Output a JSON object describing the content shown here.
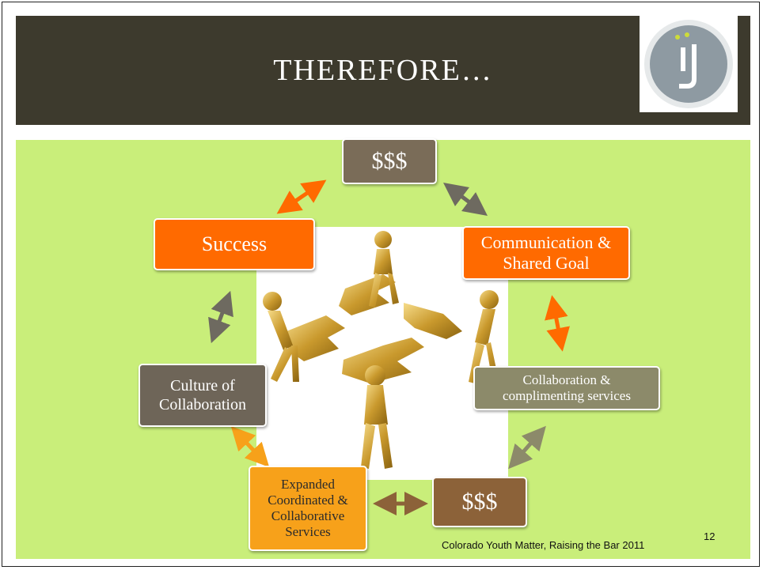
{
  "slide": {
    "title": "THEREFORE…",
    "footer": "Colorado Youth Matter, Raising the Bar 2011",
    "page_number": "12"
  },
  "logo": {
    "icon": "ij-logo-icon",
    "letters": "ij"
  },
  "illustration": {
    "icon": "people-arrows-puzzle-icon"
  },
  "cycle": {
    "nodes": [
      {
        "id": "money-top",
        "label": "$$$",
        "color": "#7a6c58"
      },
      {
        "id": "communication",
        "label": "Communication & Shared Goal",
        "color": "#ff6a00"
      },
      {
        "id": "collaboration-services",
        "label": "Collaboration & complimenting services",
        "color": "#8c8a6a"
      },
      {
        "id": "money-bottom",
        "label": "$$$",
        "color": "#8c6239"
      },
      {
        "id": "expanded",
        "label": "Expanded Coordinated & Collaborative Services",
        "color": "#f7a11a"
      },
      {
        "id": "culture",
        "label": "Culture of Collaboration",
        "color": "#6e6558"
      },
      {
        "id": "success",
        "label": "Success",
        "color": "#ff6a00"
      }
    ]
  },
  "colors": {
    "header_bg": "#3d3a2d",
    "canvas_bg": "#c9ee7a",
    "arrow_orange": "#ff6a00",
    "arrow_gray": "#6e6a60",
    "arrow_brown": "#8c6239",
    "arrow_light_orange": "#f7a11a"
  }
}
